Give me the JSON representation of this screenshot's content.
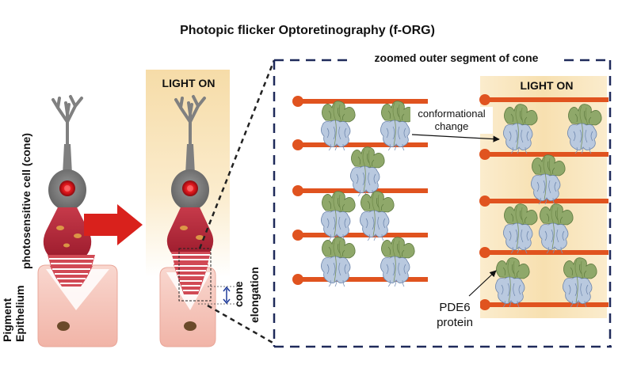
{
  "title": "Photopic flicker Optoretinography (f-ORG)",
  "labels": {
    "light_on_left": "LIGHT ON",
    "light_on_right": "LIGHT ON",
    "zoom_title": "zoomed outer segment of cone",
    "photosensitive_cell": "photosensitive cell (cone)",
    "pigment": "Pigment",
    "epithelium": "Epithelium",
    "cone": "cone",
    "elongation": "elongation",
    "conformational": "conformational",
    "change": "change",
    "pde6": "PDE6",
    "protein": "protein"
  },
  "colors": {
    "membrane": "#e0531f",
    "light_glow": "#f7e3b0",
    "frame": "#1f2a5a",
    "arrow_red": "#d9211c",
    "protein_green": "#7d9a5a",
    "protein_blue": "#8fa7c9",
    "cell_grey": "#7f7f7f",
    "cell_red": "#b3263a",
    "epithelium_pink": "#f6c7bd"
  },
  "icons": {
    "transition_arrow": "big-red-right-arrow",
    "protein": "pde6-protein-glyph"
  }
}
